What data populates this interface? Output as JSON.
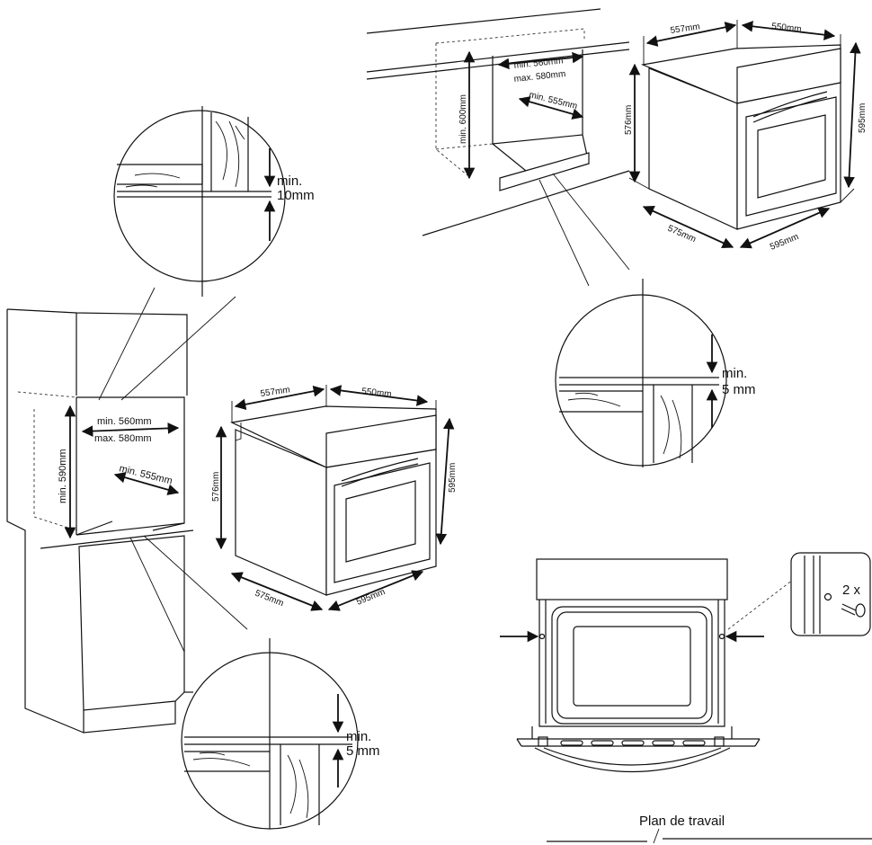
{
  "diagram": {
    "top_niche": {
      "width_min": "min. 560mm",
      "width_max": "max. 580mm",
      "depth_min": "min. 555mm",
      "height_min": "min. 600mm"
    },
    "top_oven": {
      "top_left": "557mm",
      "top_right": "550mm",
      "left_height": "576mm",
      "right_height": "595mm",
      "bottom_left": "575mm",
      "bottom_right": "595mm"
    },
    "top_left_detail": {
      "line1": "min.",
      "line2": "10mm"
    },
    "right_detail": {
      "line1": "min.",
      "line2": "5 mm"
    },
    "tall_niche": {
      "width_min": "min. 560mm",
      "width_max": "max. 580mm",
      "depth_min": "min. 555mm",
      "height_min": "min. 590mm"
    },
    "middle_oven": {
      "top_left": "557mm",
      "top_right": "550mm",
      "left_height": "576mm",
      "right_height": "595mm",
      "bottom_left": "575mm",
      "bottom_right": "595mm"
    },
    "bottom_detail": {
      "line1": "min.",
      "line2": "5 mm"
    },
    "screw_count": "2 x",
    "worktop_label": "Plan de travail"
  }
}
